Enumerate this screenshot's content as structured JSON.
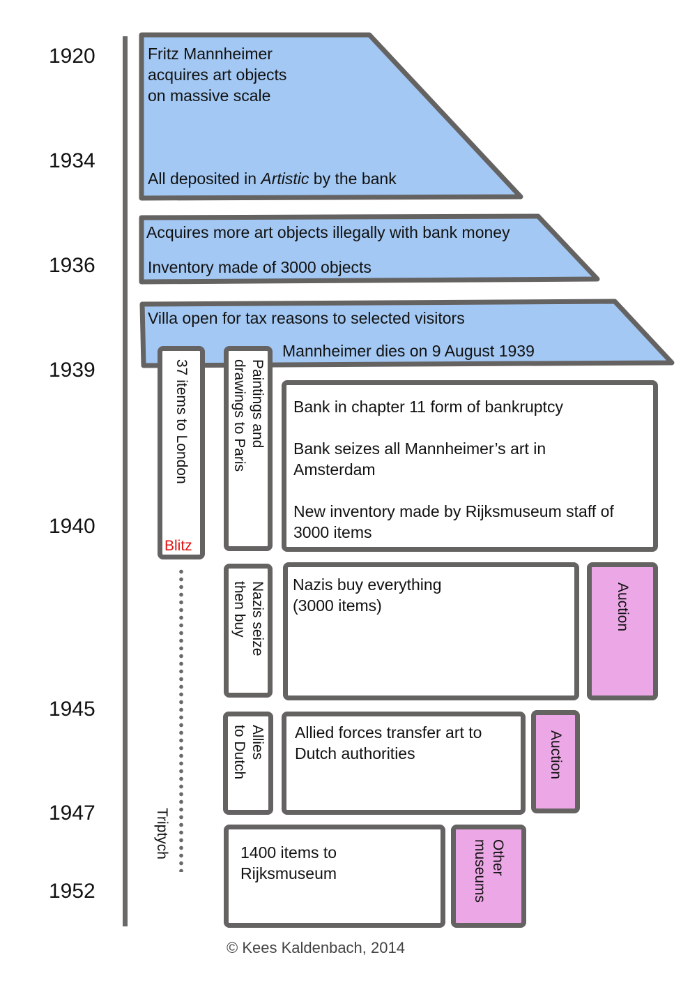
{
  "years": [
    "1920",
    "1934",
    "1936",
    "1939",
    "1940",
    "1945",
    "1947",
    "1952"
  ],
  "colors": {
    "blue_fill": "#a3c8f3",
    "pink_fill": "#eca8e6",
    "stroke": "#656262",
    "blitz": "#e01010"
  },
  "phase1": {
    "line1": "Fritz Mannheimer",
    "line2": "acquires art objects",
    "line3": "on massive scale",
    "deposit_before": "All deposited in ",
    "deposit_italic": "Artistic",
    "deposit_after": " by the bank"
  },
  "phase2": {
    "line1": "Acquires more art objects illegally with bank money",
    "line2": "Inventory made of 3000 objects"
  },
  "phase3": {
    "line1": "Villa open for tax reasons to selected visitors",
    "line2": "Mannheimer dies on 9 August 1939"
  },
  "london": {
    "label": "37 items to London",
    "blitz": "Blitz"
  },
  "paris": {
    "label_line1": "Paintings and",
    "label_line2": "drawings to Paris"
  },
  "bankruptcy": {
    "line1": "Bank in chapter 11 form of bankruptcy",
    "line2": "Bank seizes all Mannheimer’s art in",
    "line3": "Amsterdam",
    "line4": "New inventory made by Rijksmuseum staff of",
    "line5": "3000 items"
  },
  "nazis_seize": {
    "line1": "Nazis seize",
    "line2": "then buy"
  },
  "nazis_buy": {
    "line1": "Nazis buy everything",
    "line2": "(3000 items)"
  },
  "auction1": "Auction",
  "allies": {
    "line1": "Allies",
    "line2": "to Dutch"
  },
  "allied_forces": {
    "line1": "Allied forces transfer art to",
    "line2": "Dutch authorities"
  },
  "auction2": "Auction",
  "rijks": {
    "line1": "1400 items to",
    "line2": "Rijksmuseum"
  },
  "other_museums": {
    "line1": "Other",
    "line2": "museums"
  },
  "triptych": "Triptych",
  "copyright": "© Kees Kaldenbach, 2014"
}
